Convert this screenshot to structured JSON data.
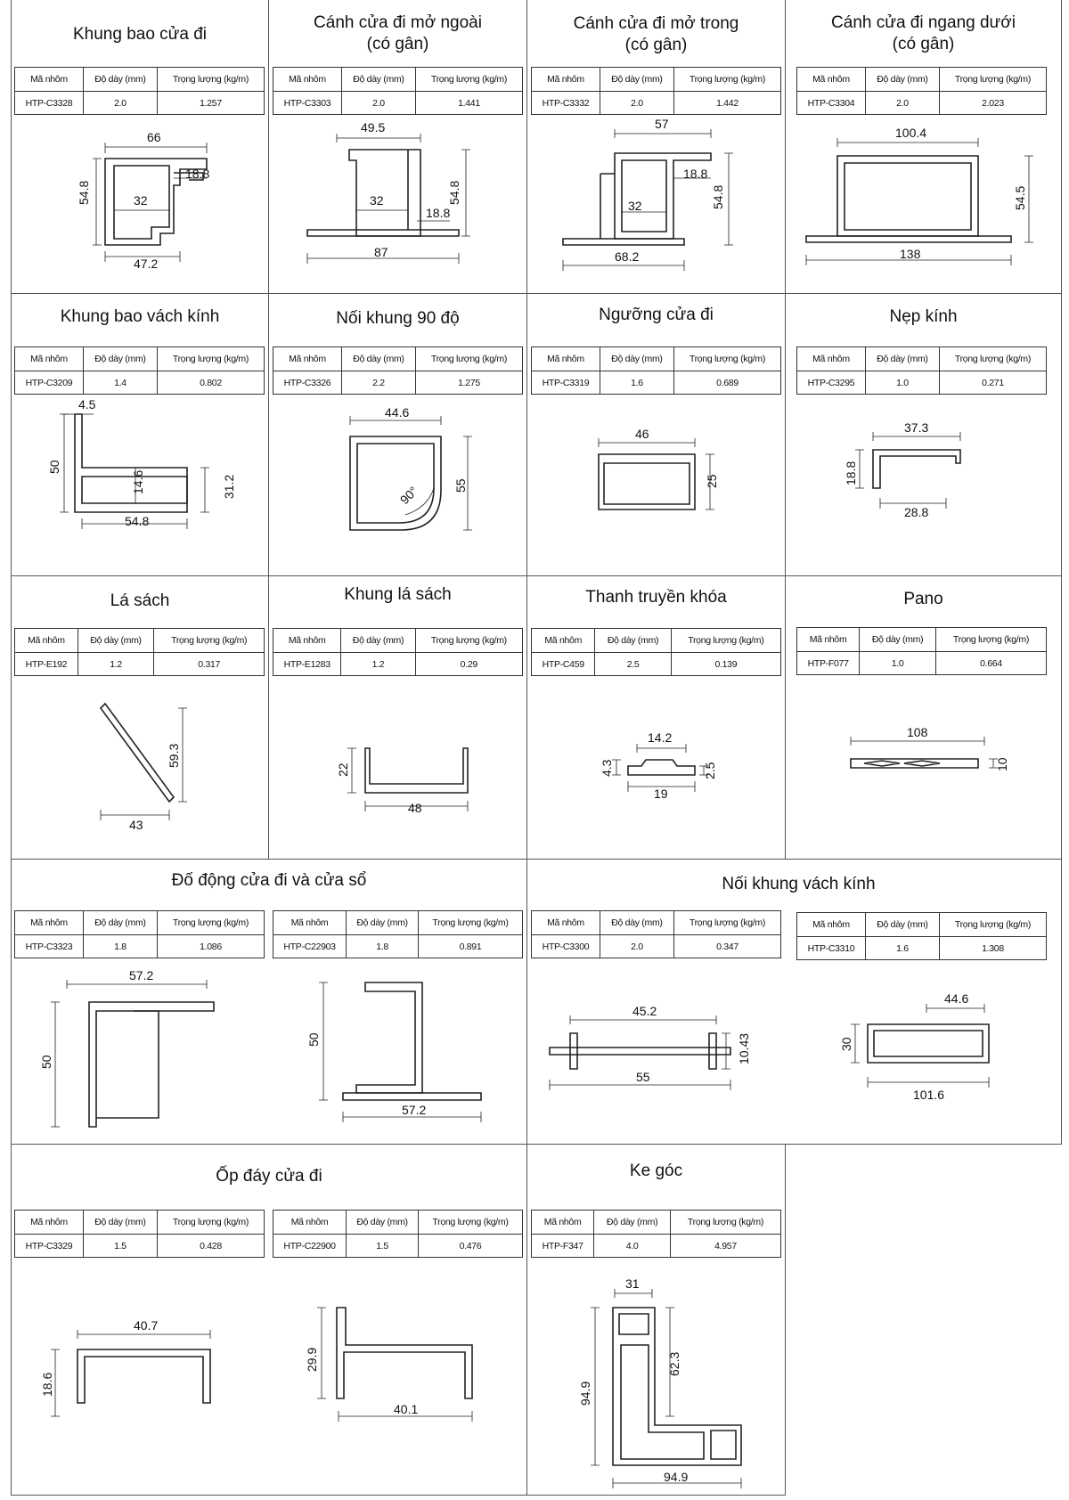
{
  "columns": {
    "code": "Mã nhôm",
    "thickness": "Độ dày (mm)",
    "weight": "Trọng lượng (kg/m)"
  },
  "sections": [
    {
      "title": "Khung bao cửa đi",
      "profiles": [
        {
          "code": "HTP-C3328",
          "thickness": "2.0",
          "weight": "1.257"
        }
      ],
      "dims": [
        "66",
        "18.8",
        "54.8",
        "32",
        "47.2"
      ]
    },
    {
      "title": "Cánh cửa đi mở ngoài\n(có gân)",
      "profiles": [
        {
          "code": "HTP-C3303",
          "thickness": "2.0",
          "weight": "1.441"
        }
      ],
      "dims": [
        "49.5",
        "54.8",
        "32",
        "18.8",
        "87"
      ]
    },
    {
      "title": "Cánh cửa đi mở trong\n(có gân)",
      "profiles": [
        {
          "code": "HTP-C3332",
          "thickness": "2.0",
          "weight": "1.442"
        }
      ],
      "dims": [
        "57",
        "18.8",
        "54.8",
        "32",
        "68.2"
      ]
    },
    {
      "title": "Cánh cửa đi ngang dưới\n(có gân)",
      "profiles": [
        {
          "code": "HTP-C3304",
          "thickness": "2.0",
          "weight": "2.023"
        }
      ],
      "dims": [
        "100.4",
        "54.5",
        "138"
      ]
    },
    {
      "title": "Khung bao vách kính",
      "profiles": [
        {
          "code": "HTP-C3209",
          "thickness": "1.4",
          "weight": "0.802"
        }
      ],
      "dims": [
        "4.5",
        "50",
        "14.6",
        "31.2",
        "54.8"
      ]
    },
    {
      "title": "Nối khung 90 độ",
      "profiles": [
        {
          "code": "HTP-C3326",
          "thickness": "2.2",
          "weight": "1.275"
        }
      ],
      "dims": [
        "44.6",
        "55",
        "90°"
      ]
    },
    {
      "title": "Ngưỡng cửa đi",
      "profiles": [
        {
          "code": "HTP-C3319",
          "thickness": "1.6",
          "weight": "0.689"
        }
      ],
      "dims": [
        "46",
        "25"
      ]
    },
    {
      "title": "Nẹp kính",
      "profiles": [
        {
          "code": "HTP-C3295",
          "thickness": "1.0",
          "weight": "0.271"
        }
      ],
      "dims": [
        "37.3",
        "18.8",
        "28.8"
      ]
    },
    {
      "title": "Lá sách",
      "profiles": [
        {
          "code": "HTP-E192",
          "thickness": "1.2",
          "weight": "0.317"
        }
      ],
      "dims": [
        "59.3",
        "43"
      ]
    },
    {
      "title": "Khung lá sách",
      "profiles": [
        {
          "code": "HTP-E1283",
          "thickness": "1.2",
          "weight": "0.29"
        }
      ],
      "dims": [
        "22",
        "48"
      ]
    },
    {
      "title": "Thanh truyền khóa",
      "profiles": [
        {
          "code": "HTP-C459",
          "thickness": "2.5",
          "weight": "0.139"
        }
      ],
      "dims": [
        "14.2",
        "4.3",
        "2.5",
        "19"
      ]
    },
    {
      "title": "Pano",
      "profiles": [
        {
          "code": "HTP-F077",
          "thickness": "1.0",
          "weight": "0.664"
        }
      ],
      "dims": [
        "108",
        "10"
      ]
    },
    {
      "title": "Đố động cửa đi và cửa sổ",
      "profiles": [
        {
          "code": "HTP-C3323",
          "thickness": "1.8",
          "weight": "1.086"
        },
        {
          "code": "HTP-C22903",
          "thickness": "1.8",
          "weight": "0.891"
        }
      ],
      "dims": [
        "57.2",
        "50",
        "50",
        "57.2"
      ]
    },
    {
      "title": "Nối khung vách kính",
      "profiles": [
        {
          "code": "HTP-C3300",
          "thickness": "2.0",
          "weight": "0.347"
        },
        {
          "code": "HTP-C3310",
          "thickness": "1.6",
          "weight": "1.308"
        }
      ],
      "dims": [
        "45.2",
        "10.43",
        "55",
        "44.6",
        "30",
        "101.6"
      ]
    },
    {
      "title": "Ốp đáy cửa đi",
      "profiles": [
        {
          "code": "HTP-C3329",
          "thickness": "1.5",
          "weight": "0.428"
        },
        {
          "code": "HTP-C22900",
          "thickness": "1.5",
          "weight": "0.476"
        }
      ],
      "dims": [
        "40.7",
        "18.6",
        "29.9",
        "40.1"
      ]
    },
    {
      "title": "Ke góc",
      "profiles": [
        {
          "code": "HTP-F347",
          "thickness": "4.0",
          "weight": "4.957"
        }
      ],
      "dims": [
        "31",
        "62.3",
        "94.9",
        "94.9"
      ]
    }
  ]
}
